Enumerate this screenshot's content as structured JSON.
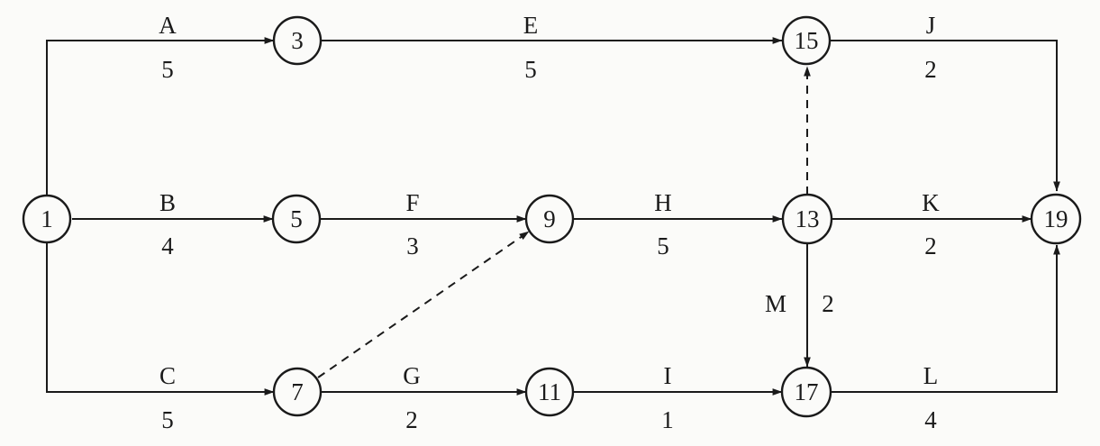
{
  "nodes": [
    {
      "id": "n1",
      "label": "1"
    },
    {
      "id": "n3",
      "label": "3"
    },
    {
      "id": "n5",
      "label": "5"
    },
    {
      "id": "n7",
      "label": "7"
    },
    {
      "id": "n9",
      "label": "9"
    },
    {
      "id": "n11",
      "label": "11"
    },
    {
      "id": "n13",
      "label": "13"
    },
    {
      "id": "n15",
      "label": "15"
    },
    {
      "id": "n17",
      "label": "17"
    },
    {
      "id": "n19",
      "label": "19"
    }
  ],
  "activities": [
    {
      "id": "A",
      "name": "A",
      "duration": "5",
      "from": "1",
      "to": "3"
    },
    {
      "id": "B",
      "name": "B",
      "duration": "4",
      "from": "1",
      "to": "5"
    },
    {
      "id": "C",
      "name": "C",
      "duration": "5",
      "from": "1",
      "to": "7"
    },
    {
      "id": "E",
      "name": "E",
      "duration": "5",
      "from": "3",
      "to": "15"
    },
    {
      "id": "F",
      "name": "F",
      "duration": "3",
      "from": "5",
      "to": "9"
    },
    {
      "id": "G",
      "name": "G",
      "duration": "2",
      "from": "7",
      "to": "11"
    },
    {
      "id": "H",
      "name": "H",
      "duration": "5",
      "from": "9",
      "to": "13"
    },
    {
      "id": "I",
      "name": "I",
      "duration": "1",
      "from": "11",
      "to": "17"
    },
    {
      "id": "J",
      "name": "J",
      "duration": "2",
      "from": "15",
      "to": "19"
    },
    {
      "id": "K",
      "name": "K",
      "duration": "2",
      "from": "13",
      "to": "19"
    },
    {
      "id": "L",
      "name": "L",
      "duration": "4",
      "from": "17",
      "to": "19"
    },
    {
      "id": "M",
      "name": "M",
      "duration": "2",
      "from": "13",
      "to": "17"
    }
  ],
  "dummies": [
    {
      "from": "7",
      "to": "9"
    },
    {
      "from": "13",
      "to": "15"
    }
  ]
}
